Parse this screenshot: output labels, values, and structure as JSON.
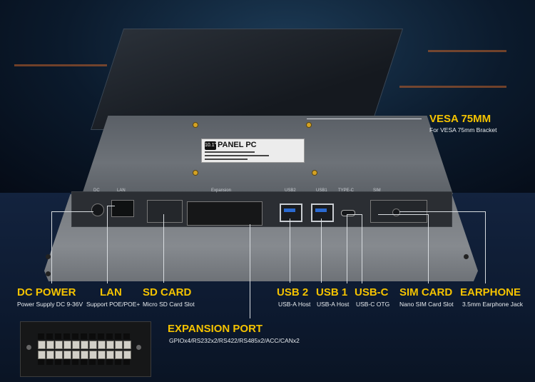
{
  "product": {
    "panel_label": "PANEL PC",
    "size_badge": "10.1\"",
    "io_labels": [
      "DC",
      "LAN",
      "Expansion",
      "USB2",
      "USB1",
      "TYPE-C",
      "SIM"
    ]
  },
  "callouts": [
    {
      "id": "vesa",
      "title": "VESA 75MM",
      "subtitle": "For VESA 75mm Bracket"
    },
    {
      "id": "dc",
      "title": "DC POWER",
      "subtitle": "Power Supply DC 9-36V"
    },
    {
      "id": "lan",
      "title": "LAN",
      "subtitle": "Support POE/POE+"
    },
    {
      "id": "sd",
      "title": "SD CARD",
      "subtitle": "Micro SD Card Slot"
    },
    {
      "id": "usb2",
      "title": "USB 2",
      "subtitle": "USB-A Host"
    },
    {
      "id": "usb1",
      "title": "USB 1",
      "subtitle": "USB-A Host"
    },
    {
      "id": "usbc",
      "title": "USB-C",
      "subtitle": "USB-C OTG"
    },
    {
      "id": "sim",
      "title": "SIM CARD",
      "subtitle": "Nano SIM Card Slot"
    },
    {
      "id": "ear",
      "title": "EARPHONE",
      "subtitle": "3.5mm Earphone Jack"
    },
    {
      "id": "exp",
      "title": "EXPANSION PORT",
      "subtitle": "GPIOx4/RS232x2/RS422/RS485x2/ACC/CANx2"
    }
  ],
  "colors": {
    "accent": "#f5c300",
    "text": "#e8ecf0",
    "panel": "#6d7278"
  }
}
